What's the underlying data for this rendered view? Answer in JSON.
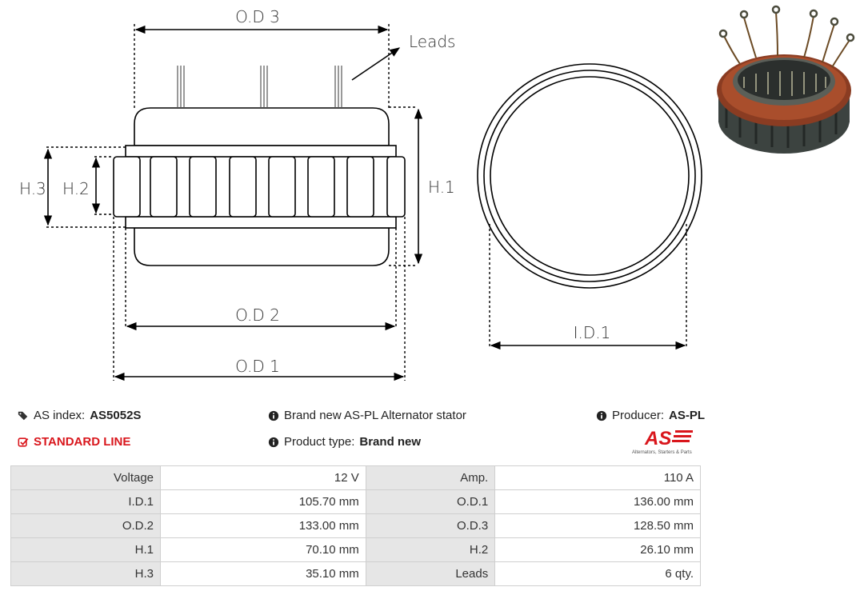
{
  "diagram": {
    "labels": {
      "od3": "O.D 3",
      "leads": "Leads",
      "h1": "H.1",
      "h2": "H.2",
      "h3": "H.3",
      "od2": "O.D 2",
      "od1": "O.D 1",
      "id1": "I.D.1"
    },
    "icons": [
      "tags-icon",
      "check-square-icon",
      "info-circle-icon"
    ]
  },
  "info": {
    "index_label": "AS index:",
    "index_value": "AS5052S",
    "line_label": "STANDARD LINE",
    "description": "Brand new AS-PL Alternator stator",
    "product_type_label": "Product type:",
    "product_type_value": "Brand new",
    "producer_label": "Producer:",
    "producer_value": "AS-PL"
  },
  "logo": {
    "mark": "AS",
    "tagline": "Alternators, Starters & Parts"
  },
  "specs": [
    {
      "l1": "Voltage",
      "v1": "12 V",
      "l2": "Amp.",
      "v2": "110 A"
    },
    {
      "l1": "I.D.1",
      "v1": "105.70 mm",
      "l2": "O.D.1",
      "v2": "136.00 mm"
    },
    {
      "l1": "O.D.2",
      "v1": "133.00 mm",
      "l2": "O.D.3",
      "v2": "128.50 mm"
    },
    {
      "l1": "H.1",
      "v1": "70.10 mm",
      "l2": "H.2",
      "v2": "26.10 mm"
    },
    {
      "l1": "H.3",
      "v1": "35.10 mm",
      "l2": "Leads",
      "v2": "6 qty."
    }
  ],
  "colors": {
    "accent": "#d9161c",
    "label_bg": "#e6e6e6"
  }
}
